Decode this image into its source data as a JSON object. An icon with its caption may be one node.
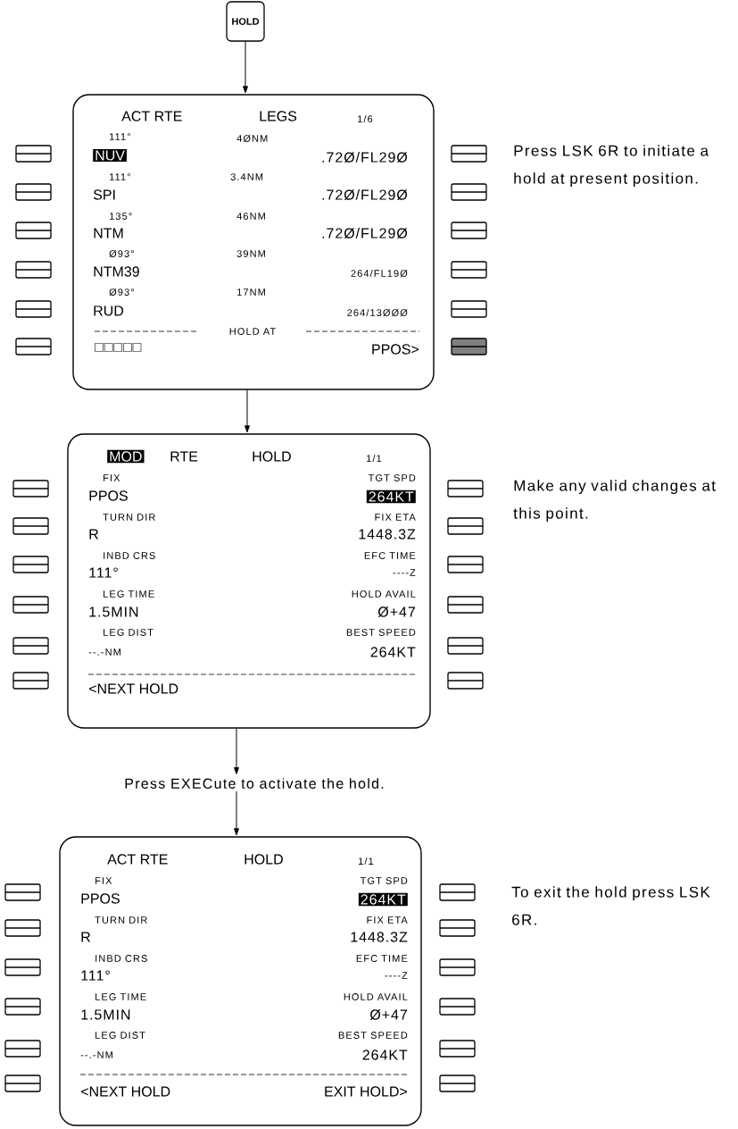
{
  "diagram": {
    "nodes": [
      {
        "text": [
          "HOLD"
        ]
      },
      {
        "text": [
          "ACT RTE",
          "LEGS",
          "1/6",
          "111°",
          "4ØNM",
          "NUV",
          ".72Ø/FL29Ø",
          "111°",
          "3.4NM",
          "SPI",
          ".72Ø/FL29Ø",
          "135°",
          "46NM",
          "NTM",
          ".72Ø/FL29Ø",
          "Ø93°",
          "39NM",
          "NTM39",
          "264/FL19Ø",
          "Ø93°",
          "17NM",
          "RUD",
          "264/13ØØØ",
          "HOLD AT",
          "□□□□□",
          "PPOS>"
        ]
      },
      {
        "text": [
          "MOD",
          "RTE",
          "HOLD",
          "1/1",
          "FIX",
          "TGT SPD",
          "PPOS",
          "264KT",
          "TURN DIR",
          "FIX ETA",
          "R",
          "1448.3Z",
          "INBD CRS",
          "EFC TIME",
          "111°",
          "----Z",
          "LEG TIME",
          "HOLD AVAIL",
          "1.5MIN",
          "Ø+47",
          "LEG DIST",
          "BEST SPEED",
          "--.-NM",
          "264KT",
          "<NEXT HOLD"
        ]
      },
      {
        "text": [
          "Press EXECute to activate the hold."
        ]
      },
      {
        "text": [
          "ACT RTE",
          "HOLD",
          "1/1",
          "FIX",
          "TGT SPD",
          "PPOS",
          "264KT",
          "TURN DIR",
          "FIX ETA",
          "R",
          "1448.3Z",
          "INBD CRS",
          "EFC TIME",
          "111°",
          "----Z",
          "LEG TIME",
          "HOLD AVAIL",
          "1.5MIN",
          "Ø+47",
          "LEG DIST",
          "BEST SPEED",
          "--.-NM",
          "264KT",
          "<NEXT HOLD",
          "EXIT HOLD>"
        ]
      }
    ],
    "labels": [
      "Press LSK 6R to initiate a hold at present position.",
      "Make any valid changes at this point.",
      "To exit the hold press LSK 6R."
    ],
    "edges": [
      {
        "from": 0,
        "to": 1,
        "arrow": "to"
      },
      {
        "from": 1,
        "to": 2,
        "arrow": "to"
      },
      {
        "from": 2,
        "to": 3,
        "arrow": "to"
      },
      {
        "from": 3,
        "to": 4,
        "arrow": "to"
      }
    ]
  }
}
